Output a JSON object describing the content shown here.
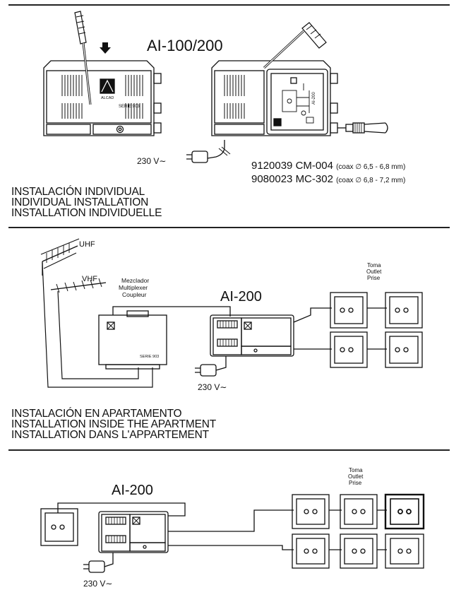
{
  "section1": {
    "model_title": "AI-100/200",
    "brand_label": "ALCAD",
    "series_label": "SERIE 903",
    "inner_model_label": "AI-200",
    "power_label": "230 V∼",
    "cables": [
      {
        "code": "9120039 CM-004",
        "spec": "(coax ∅ 6,5 - 6,8 mm)"
      },
      {
        "code": "9080023 MC-302",
        "spec": "(coax ∅ 6,8 - 7,2 mm)"
      }
    ],
    "headings": [
      "INSTALACIÓN INDIVIDUAL",
      "INDIVIDUAL INSTALLATION",
      "INSTALLATION INDIVIDUELLE"
    ]
  },
  "section2": {
    "uhf_label": "UHF",
    "vhf_label": "VHF",
    "multiplexer_labels": [
      "Mezclador",
      "Multiplexer",
      "Coupleur"
    ],
    "multiplexer_series": "SERIE 903",
    "model_title": "AI-200",
    "outlet_labels": [
      "Toma",
      "Outlet",
      "Prise"
    ],
    "power_label": "230 V∼",
    "headings": [
      "INSTALACIÓN EN APARTAMENTO",
      "INSTALLATION INSIDE THE APARTMENT",
      "INSTALLATION DANS L'APPARTEMENT"
    ]
  },
  "section3": {
    "model_title": "AI-200",
    "outlet_labels": [
      "Toma",
      "Outlet",
      "Prise"
    ],
    "power_label": "230 V∼"
  }
}
